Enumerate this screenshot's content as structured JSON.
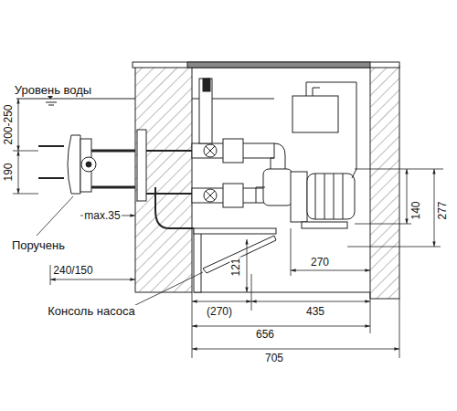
{
  "diagram": {
    "labels": [
      "Уровень воды",
      "200-250",
      "190",
      "max.35",
      "Поручень",
      "240/150",
      "Консоль насоса",
      "121",
      "(270)",
      "656",
      "705",
      "270",
      "435",
      "140",
      "277"
    ]
  }
}
